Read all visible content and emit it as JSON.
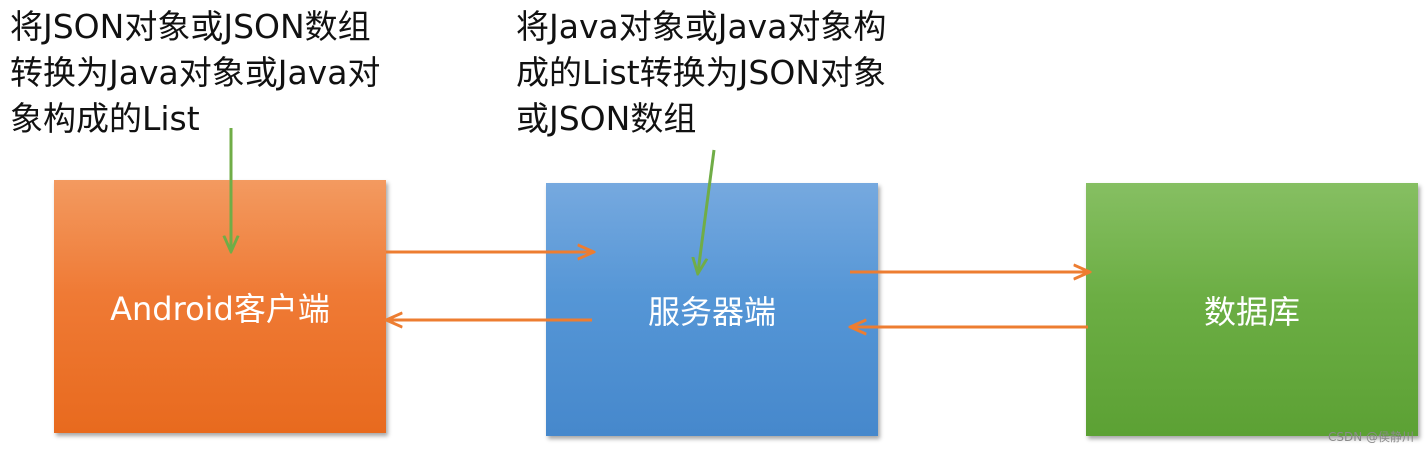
{
  "notes": {
    "client_side": "将JSON对象或JSON数组\n转换为Java对象或Java对\n象构成的List",
    "server_side": "将Java对象或Java对象构\n成的List转换为JSON对象\n或JSON数组"
  },
  "boxes": {
    "client": "Android客户端",
    "server": "服务器端",
    "database": "数据库"
  },
  "watermark": "CSDN @侯静川",
  "colors": {
    "client": "#ef7a35",
    "server": "#5596d6",
    "database": "#6cae44",
    "flow_arrow": "#ed7d31",
    "note_arrow": "#70ad47"
  }
}
